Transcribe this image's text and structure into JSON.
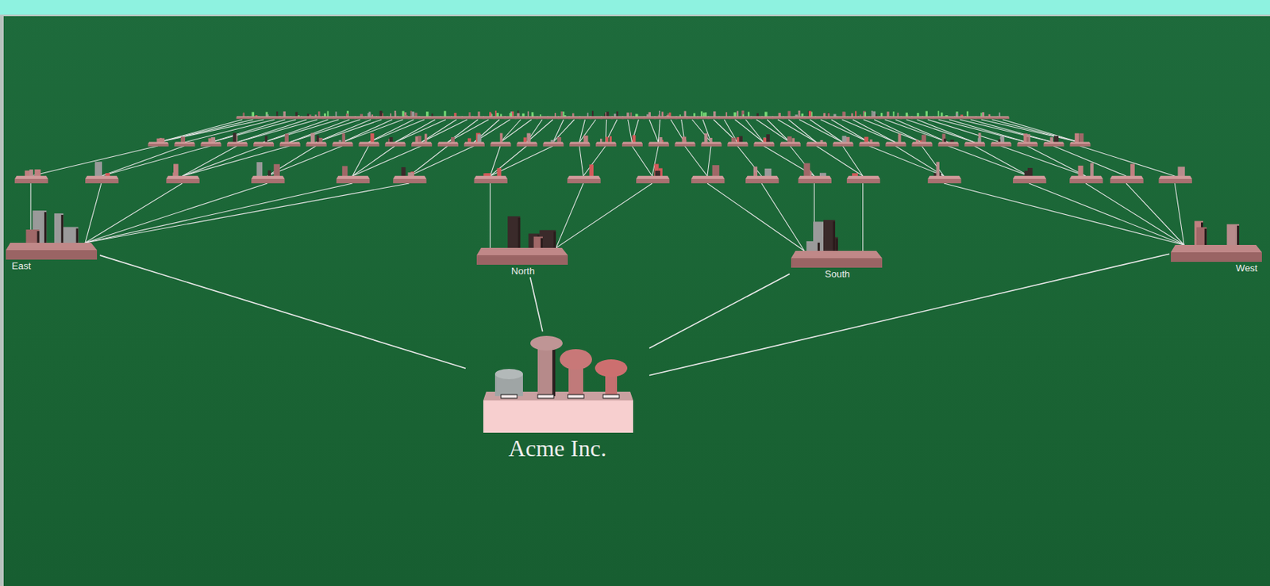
{
  "diagram": {
    "nodes": [
      {
        "text": [
          "Acme Inc."
        ]
      },
      {
        "text": [
          "East"
        ]
      },
      {
        "text": [
          "North"
        ]
      },
      {
        "text": [
          "South"
        ]
      },
      {
        "text": [
          "West"
        ]
      }
    ],
    "edges": [
      {
        "from": 0,
        "to": 1,
        "arrow": "none"
      },
      {
        "from": 0,
        "to": 2,
        "arrow": "none"
      },
      {
        "from": 0,
        "to": 3,
        "arrow": "none"
      },
      {
        "from": 0,
        "to": 4,
        "arrow": "none"
      }
    ]
  }
}
